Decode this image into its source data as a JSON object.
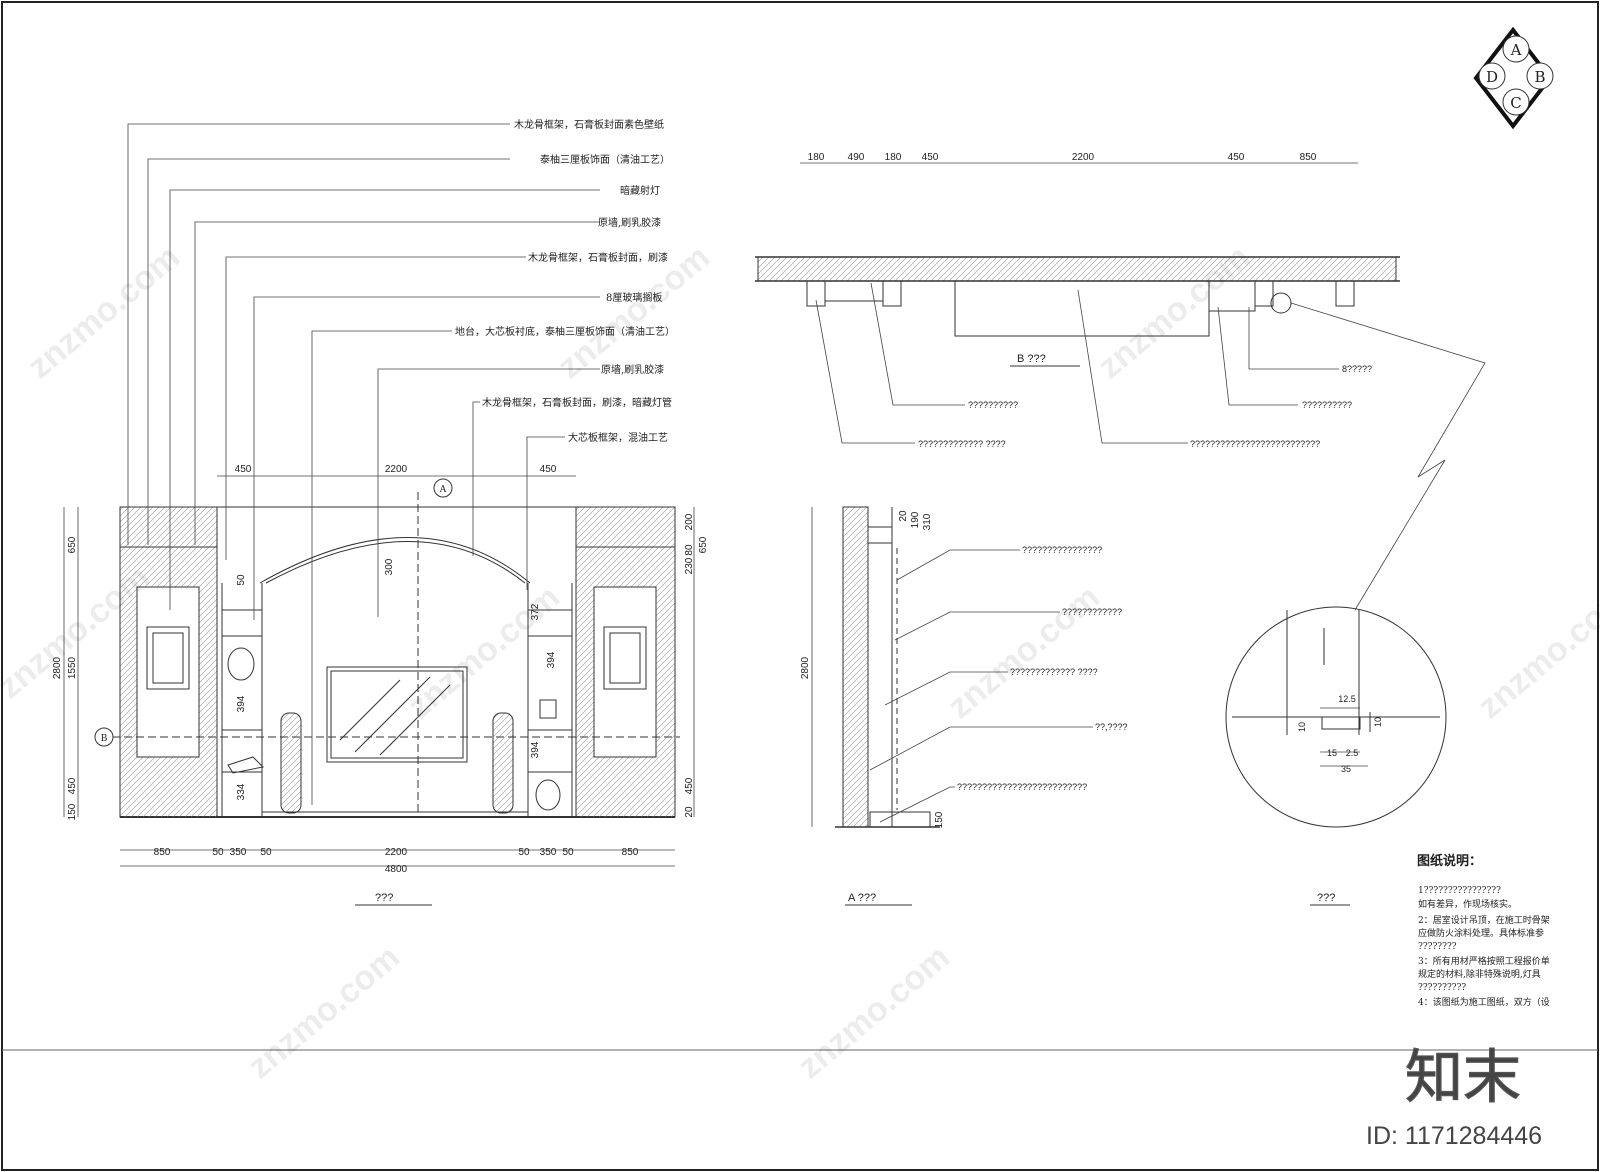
{
  "compass": {
    "a": "A",
    "b": "B",
    "c": "C",
    "d": "D"
  },
  "elevation_labels": [
    "木龙骨框架，石膏板封面素色壁纸",
    "泰柚三厘板饰面（清油工艺）",
    "暗藏射灯",
    "原墙,刷乳胶漆",
    "木龙骨框架，石膏板封面，刷漆",
    "8厘玻璃搁板",
    "地台，大芯板衬底，泰柚三厘板饰面（清油工艺）",
    "原墙,刷乳胶漆",
    "木龙骨框架，石膏板封面，刷漆，暗藏灯管",
    "大芯板框架，混油工艺"
  ],
  "top_dims": [
    "450",
    "2200",
    "450"
  ],
  "bottom_dims": [
    "850",
    "50",
    "350",
    "50",
    "2200",
    "50",
    "350",
    "50",
    "850"
  ],
  "bottom_total": "4800",
  "left_dims": [
    "2800",
    "650",
    "1550",
    "450",
    "150"
  ],
  "right_dims": [
    "200",
    "230",
    "80",
    "450",
    "650",
    "20"
  ],
  "inner_dims": [
    "50",
    "300",
    "372",
    "394",
    "394",
    "334",
    "394"
  ],
  "section_markers": {
    "a": "A",
    "b": "B"
  },
  "titles": {
    "elevation": "???",
    "plan_b": "B ???",
    "section_a": "A ???",
    "detail": "???"
  },
  "plan_dims": [
    "180",
    "490",
    "180",
    "450",
    "2200",
    "450",
    "850"
  ],
  "plan_labels": [
    "8?????",
    "??????????",
    "??????????",
    "????????????? ????",
    "??????????????????????????"
  ],
  "section_labels": [
    "????????????????",
    "????????????",
    "????????????? ????",
    "??,????",
    "??????????????????????????"
  ],
  "section_dims": {
    "top": [
      "20",
      "190",
      "310"
    ],
    "height": "2800",
    "bottom": "150"
  },
  "detail_dims": [
    "12.5",
    "10",
    "10",
    "15",
    "2.5",
    "35"
  ],
  "notes": {
    "title": "图纸说明：",
    "lines": [
      "1????????????????",
      "如有差异，作现场核实。",
      "2：居室设计吊顶，在施工时骨架",
      "应做防火涂料处理。具体标准参",
      "????????",
      "3：所有用材严格按照工程报价单",
      "规定的材料,除非特殊说明,灯具",
      "??????????",
      "4：该图纸为施工图纸，双方（设"
    ]
  },
  "watermark": "znzmo.com",
  "brand": {
    "logo": "知末",
    "id": "ID: 1171284446"
  }
}
